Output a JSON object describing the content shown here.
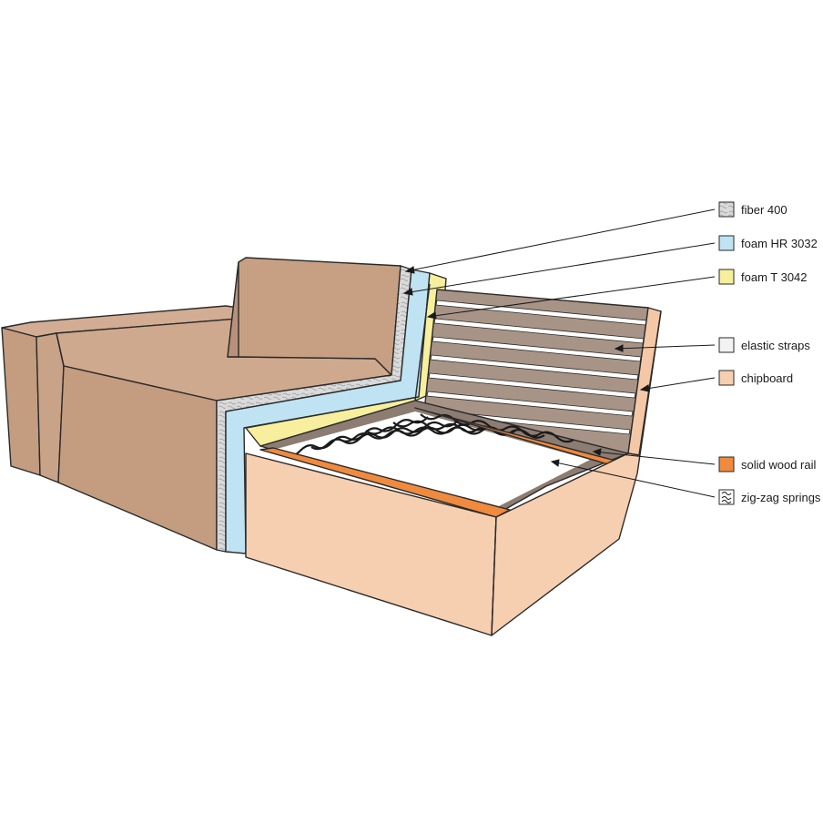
{
  "colors": {
    "upholstery": "#c9a387",
    "upholstery_dark": "#b98f72",
    "upholstery_light": "#d4b097",
    "fiber": "#d8d8d8",
    "foam_hr": "#bfe3f2",
    "foam_t": "#f7ef9e",
    "elastic": "#ffffff",
    "chipboard": "#f6cfb0",
    "chipboard_dark": "#eebd98",
    "wood_rail": "#ef8a3f",
    "strap_bg": "#a89486",
    "outline": "#2a2a2a"
  },
  "legend": [
    {
      "key": "fiber",
      "label": "fiber 400",
      "swatch": "fiber-swatch",
      "color": "#d8d8d8"
    },
    {
      "key": "foam_hr",
      "label": "foam HR 3032",
      "swatch": "foam-hr-swatch",
      "color": "#bfe3f2"
    },
    {
      "key": "foam_t",
      "label": "foam T 3042",
      "swatch": "foam-t-swatch",
      "color": "#f7ef9e"
    },
    {
      "key": "elastic",
      "label": "elastic straps",
      "swatch": "elastic-swatch",
      "color": "#f2f2f2"
    },
    {
      "key": "chipboard",
      "label": "chipboard",
      "swatch": "chipboard-swatch",
      "color": "#f6cfb0"
    },
    {
      "key": "wood",
      "label": "solid wood rail",
      "swatch": "wood-rail-swatch",
      "color": "#ef8a3f"
    },
    {
      "key": "springs",
      "label": "zig-zag springs",
      "swatch": "zigzag-springs-icon",
      "color": "#ffffff"
    }
  ]
}
